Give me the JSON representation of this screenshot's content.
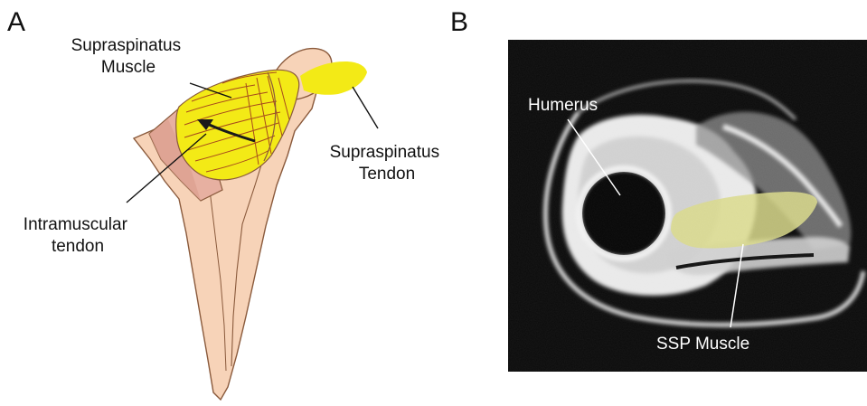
{
  "panels": {
    "a": {
      "letter": "A",
      "labels": {
        "supraspinatus_muscle": [
          "Supraspinatus",
          "Muscle"
        ],
        "supraspinatus_tendon": [
          "Supraspinatus",
          "Tendon"
        ],
        "intramuscular_tendon": [
          "Intramuscular",
          "tendon"
        ]
      }
    },
    "b": {
      "letter": "B",
      "labels": {
        "humerus": "Humerus",
        "ssp_muscle": "SSP Muscle"
      }
    }
  },
  "colors": {
    "bone_fill": "#f7d3b8",
    "bone_outline": "#8a5a3c",
    "muscle_yellow": "#f3ea16",
    "muscle_fiber": "#9a2f1e",
    "subscapularis_pink": "#e7b0a1",
    "mri_background": "#0a0a0a",
    "ssp_overlay": "#d9d98a"
  }
}
